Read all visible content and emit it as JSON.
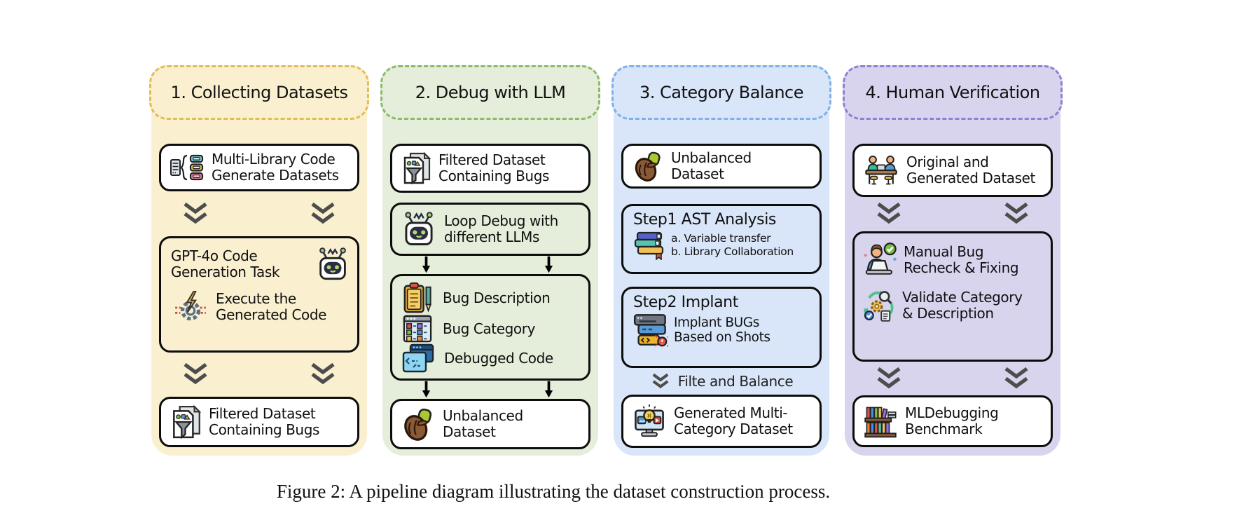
{
  "figure": {
    "caption": "Figure 2: A pipeline diagram illustrating the dataset construction process."
  },
  "columns": [
    {
      "header": "1. Collecting Datasets",
      "bg_color": "#faf0d0",
      "border_color": "#e2bd54",
      "boxes": {
        "source": {
          "icon": "multi-library-icon",
          "line1": "Multi-Library Code",
          "line2": "Generate Datasets"
        },
        "generate": {
          "icon_robot": "robot-icon",
          "title1": "GPT-4o Code",
          "title2": "Generation Task",
          "icon_execute": "execute-gear-icon",
          "exec1": "Execute the",
          "exec2": "Generated Code"
        },
        "filtered": {
          "icon": "filter-dataset-icon",
          "line1": "Filtered Dataset",
          "line2": "Containing Bugs"
        }
      }
    },
    {
      "header": "2. Debug with LLM",
      "bg_color": "#e4eeda",
      "border_color": "#8cba6b",
      "boxes": {
        "filtered": {
          "icon": "filter-dataset-icon",
          "line1": "Filtered Dataset",
          "line2": "Containing Bugs"
        },
        "loop": {
          "icon": "robot-icon",
          "line1": "Loop Debug with",
          "line2": "different LLMs"
        },
        "outputs": {
          "items": [
            {
              "icon": "bug-description-icon",
              "label": "Bug Description"
            },
            {
              "icon": "bug-category-icon",
              "label": "Bug Category"
            },
            {
              "icon": "debugged-code-icon",
              "label": "Debugged Code"
            }
          ]
        },
        "unbalanced": {
          "icon": "nut-dataset-icon",
          "line1": "Unbalanced",
          "line2": "Dataset"
        }
      }
    },
    {
      "header": "3. Category Balance",
      "bg_color": "#d9e6f9",
      "border_color": "#7fb0e9",
      "boxes": {
        "unbalanced": {
          "icon": "nut-dataset-icon",
          "line1": "Unbalanced",
          "line2": "Dataset"
        },
        "step1": {
          "title": "Step1 AST Analysis",
          "icon": "books-icon",
          "item_a": "a. Variable transfer",
          "item_b": "b. Library Collaboration"
        },
        "step2": {
          "title": "Step2 Implant",
          "icon": "implant-bugs-icon",
          "line1": "Implant BUGs",
          "line2": "Based on Shots"
        },
        "connector_label": "Filte and Balance",
        "generated": {
          "icon": "generated-dataset-icon",
          "line1": "Generated Multi-",
          "line2": "Category Dataset"
        }
      }
    },
    {
      "header": "4. Human Verification",
      "bg_color": "#d8d4ee",
      "border_color": "#8b82d5",
      "boxes": {
        "original": {
          "icon": "people-desk-icon",
          "line1": "Original and",
          "line2": "Generated Dataset"
        },
        "verify": {
          "icon_recheck": "manual-recheck-icon",
          "recheck1": "Manual Bug",
          "recheck2": "Recheck & Fixing",
          "icon_validate": "validate-cycle-icon",
          "validate1": "Validate Category",
          "validate2": "& Description"
        },
        "benchmark": {
          "icon": "bookshelf-icon",
          "line1": "MLDebugging",
          "line2": "Benchmark"
        }
      }
    }
  ]
}
